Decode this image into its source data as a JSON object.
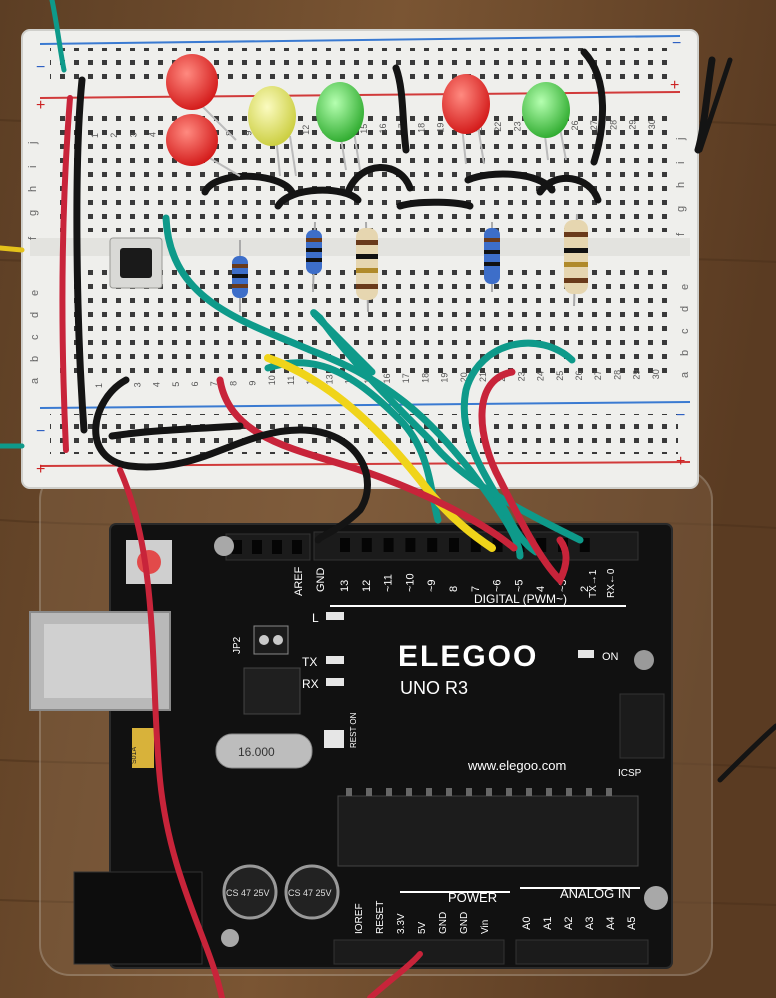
{
  "breadboard": {
    "column_numbers": [
      "1",
      "2",
      "3",
      "4",
      "5",
      "6",
      "7",
      "8",
      "9",
      "10",
      "11",
      "12",
      "13",
      "14",
      "15",
      "16",
      "17",
      "18",
      "19",
      "20",
      "21",
      "22",
      "23",
      "24",
      "25",
      "26",
      "27",
      "28",
      "29",
      "30"
    ],
    "row_letters_top": [
      "j",
      "i",
      "h",
      "g",
      "f"
    ],
    "row_letters_bottom": [
      "e",
      "d",
      "c",
      "b",
      "a"
    ],
    "rail_plus": "+",
    "rail_minus": "−"
  },
  "board": {
    "brand": "ELEGOO",
    "model": "UNO R3",
    "website": "www.elegoo.com",
    "digital_label": "DIGITAL (PWM~)",
    "power_label": "POWER",
    "analog_label": "ANALOG IN",
    "on_label": "ON",
    "icsp_label": "ICSP",
    "crystal_label": "16.000",
    "aref_label": "AREF",
    "gnd_label": "GND",
    "jp2_label": "JP2",
    "l_label": "L",
    "tx_label": "TX",
    "rx_label": "RX",
    "reset_on_label": "REST ON",
    "tx_arrow_label": "TX→1",
    "rx_arrow_label": "RX←0",
    "header_digital": [
      "13",
      "12",
      "~11",
      "~10",
      "~9",
      "8",
      "7",
      "~6",
      "~5",
      "4",
      "~3",
      "2"
    ],
    "header_power": [
      "IOREF",
      "RESET",
      "3.3V",
      "5V",
      "GND",
      "GND",
      "Vin"
    ],
    "header_analog": [
      "A0",
      "A1",
      "A2",
      "A3",
      "A4",
      "A5"
    ],
    "cap_label_1": "CS 47 25V",
    "cap_label_2": "CS 47 25V",
    "chip_label": "S01A"
  },
  "colors": {
    "wood": "#6b4a2c",
    "breadboard": "#efefec",
    "board": "#111111",
    "wire_red": "#c8243a",
    "wire_black": "#141414",
    "wire_teal": "#0e9a8a",
    "wire_yellow": "#f0d41a",
    "led_red": "#e32020",
    "led_yellow": "#e4e650",
    "led_green": "#3fc93c"
  }
}
